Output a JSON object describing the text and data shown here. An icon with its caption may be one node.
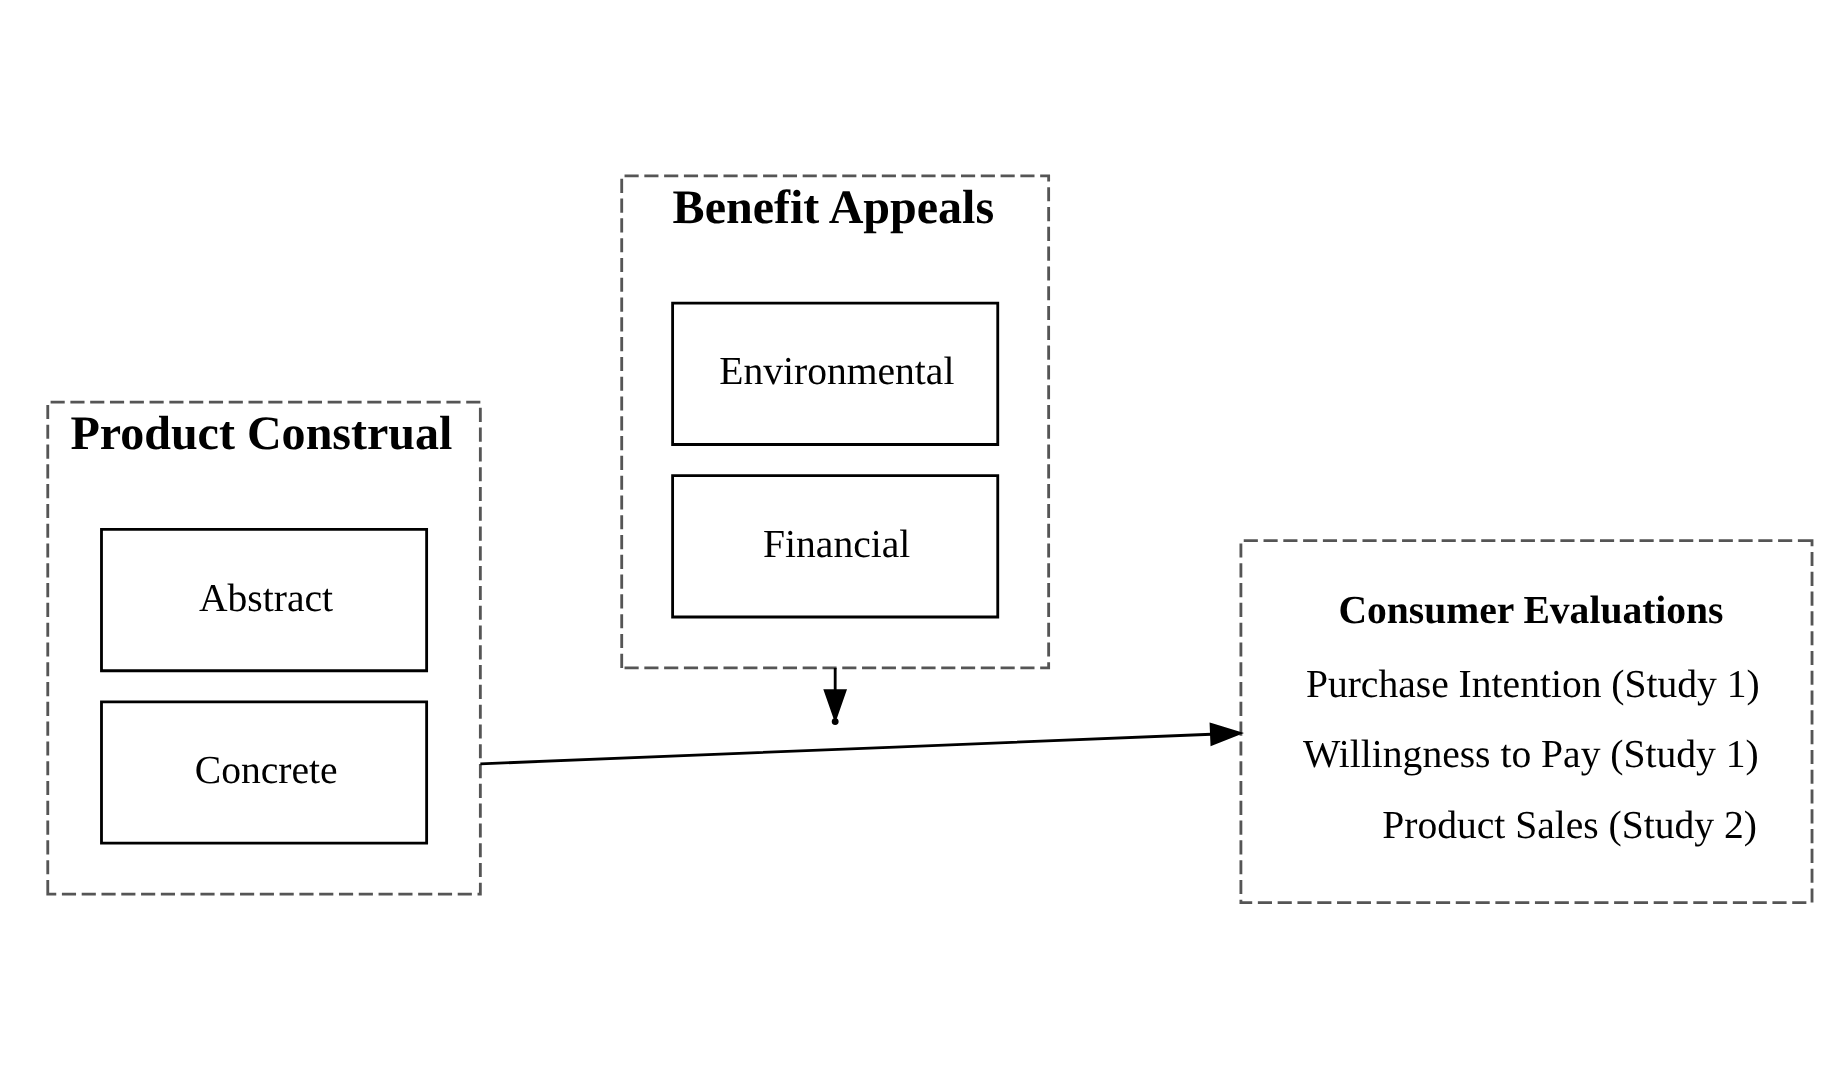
{
  "diagram": {
    "nodes": [
      {
        "text": [
          "Benefit Appeals"
        ]
      },
      {
        "text": [
          "Environmental"
        ],
        "in": 0
      },
      {
        "text": [
          "Financial"
        ],
        "in": 0
      },
      {
        "text": [
          "Product Construal"
        ]
      },
      {
        "text": [
          "Abstract"
        ],
        "in": 3
      },
      {
        "text": [
          "Concrete"
        ],
        "in": 3
      },
      {
        "text": [
          "Consumer Evaluations",
          "Purchase Intention (Study 1)",
          "Willingness to Pay (Study 1)",
          "Product Sales (Study 2)"
        ]
      }
    ],
    "edges": [
      {
        "from": 3,
        "to": 6,
        "arrow": "to"
      },
      {
        "from": 0,
        "to": null,
        "arrow": "to"
      }
    ]
  }
}
